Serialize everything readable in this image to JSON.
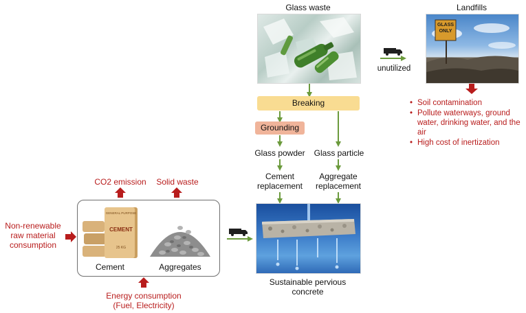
{
  "glass_waste": {
    "title": "Glass waste"
  },
  "landfills": {
    "title": "Landfills",
    "sign_text": "GLASS ONLY",
    "impacts": [
      "Soil contamination",
      "Pollute waterways, ground water, drinking water, and the air",
      "High cost of inertization"
    ]
  },
  "transport": {
    "unutilized_label": "unutilized"
  },
  "process": {
    "breaking": "Breaking",
    "grounding": "Grounding",
    "glass_powder": "Glass powder",
    "glass_particle": "Glass particle",
    "cement_replacement": "Cement replacement",
    "aggregate_replacement": "Aggregate replacement"
  },
  "concrete": {
    "label": "Sustainable pervious concrete"
  },
  "materials": {
    "cement_label": "Cement",
    "aggregates_label": "Aggregates",
    "bag_header": "GENERAL PURPOSE",
    "bag_text": "CEMENT",
    "bag_weight": "25 KG"
  },
  "impacts_conventional": {
    "co2": "CO2 emission",
    "solid_waste": "Solid waste",
    "raw_material": "Non-renewable raw material consumption",
    "energy": "Energy consumption (Fuel, Electricity)"
  },
  "colors": {
    "arrow_green": "#6b9a3c",
    "arrow_red": "#b81c1c",
    "breaking_fill": "#f9dc92",
    "grounding_fill": "#f0b49a",
    "impact_text": "#b81c1c"
  }
}
